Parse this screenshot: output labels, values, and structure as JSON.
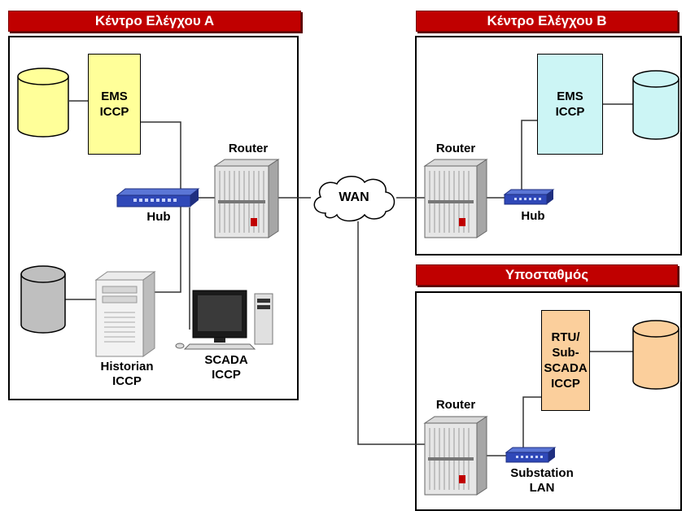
{
  "sites": {
    "control_a": {
      "title": "Κέντρο Ελέγχου Α"
    },
    "control_b": {
      "title": "Κέντρο Ελέγχου Β"
    },
    "substation": {
      "title": "Υποσταθμός"
    }
  },
  "nodes": {
    "ems_a": {
      "line1": "EMS",
      "line2": "ICCP"
    },
    "ems_b": {
      "line1": "EMS",
      "line2": "ICCP"
    },
    "rtu": {
      "line1": "RTU/",
      "line2": "Sub-",
      "line3": "SCADA",
      "line4": "ICCP"
    },
    "router_a": "Router",
    "router_b": "Router",
    "router_s": "Router",
    "hub_a": "Hub",
    "hub_b": "Hub",
    "wan": "WAN",
    "historian": {
      "line1": "Historian",
      "line2": "ICCP"
    },
    "scada": {
      "line1": "SCADA",
      "line2": "ICCP"
    },
    "sub_lan": {
      "line1": "Substation",
      "line2": "LAN"
    }
  },
  "colors": {
    "header_red": "#c00000",
    "ems_a_fill": "#ffff99",
    "ems_b_fill": "#ccf5f5",
    "rtu_fill": "#fbcf9c",
    "db_yellow": "#ffff99",
    "db_cyan": "#ccf5f5",
    "db_orange": "#fbcf9c",
    "db_gray": "#bfbfbf"
  },
  "icons": [
    "database-icon",
    "router-icon",
    "hub-icon",
    "cloud-icon",
    "tower-pc-icon",
    "workstation-icon"
  ]
}
